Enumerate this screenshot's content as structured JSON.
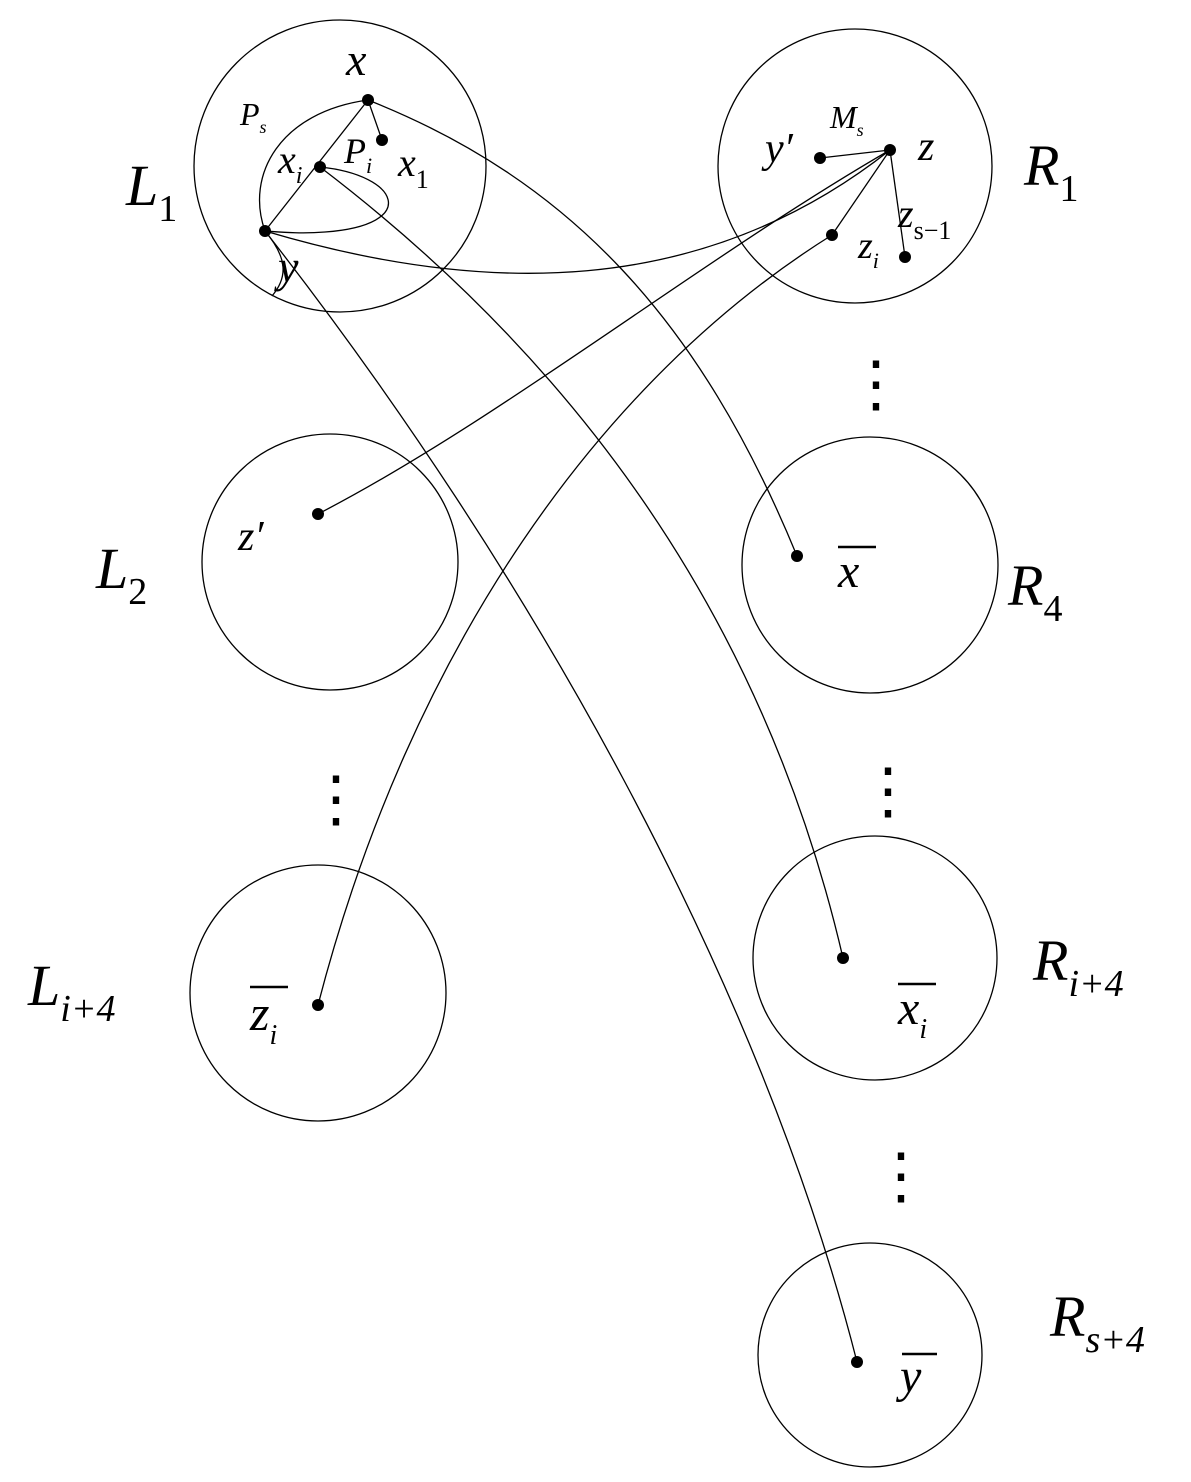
{
  "colors": {
    "ink": "#000000",
    "background": "#ffffff"
  },
  "sets": [
    {
      "id": "L1",
      "base": "L",
      "sub": "1"
    },
    {
      "id": "L2",
      "base": "L",
      "sub": "2"
    },
    {
      "id": "Li4",
      "base": "L",
      "sub": "i+4"
    },
    {
      "id": "R1",
      "base": "R",
      "sub": "1"
    },
    {
      "id": "R4",
      "base": "R",
      "sub": "4"
    },
    {
      "id": "Ri4",
      "base": "R",
      "sub": "i+4"
    },
    {
      "id": "Rs4",
      "base": "R",
      "sub": "s+4"
    }
  ],
  "vertices": {
    "x": "x",
    "x1_base": "x",
    "x1_sub": "1",
    "xi_base": "x",
    "xi_sub": "i",
    "y": "y",
    "Ps_base": "P",
    "Ps_sub": "s",
    "Pi_base": "P",
    "Pi_sub": "i",
    "Ms_base": "M",
    "Ms_sub": "s",
    "yprime": "y′",
    "z": "z",
    "zi_base": "z",
    "zi_sub": "i",
    "zs1_base": "z",
    "zs1_sub": "s−1",
    "zprime": "z′",
    "xbar": "x",
    "xibar_base": "x",
    "xibar_sub": "i",
    "zibar_base": "z",
    "zibar_sub": "i",
    "ybar": "y"
  },
  "ellipsis": "⋮"
}
